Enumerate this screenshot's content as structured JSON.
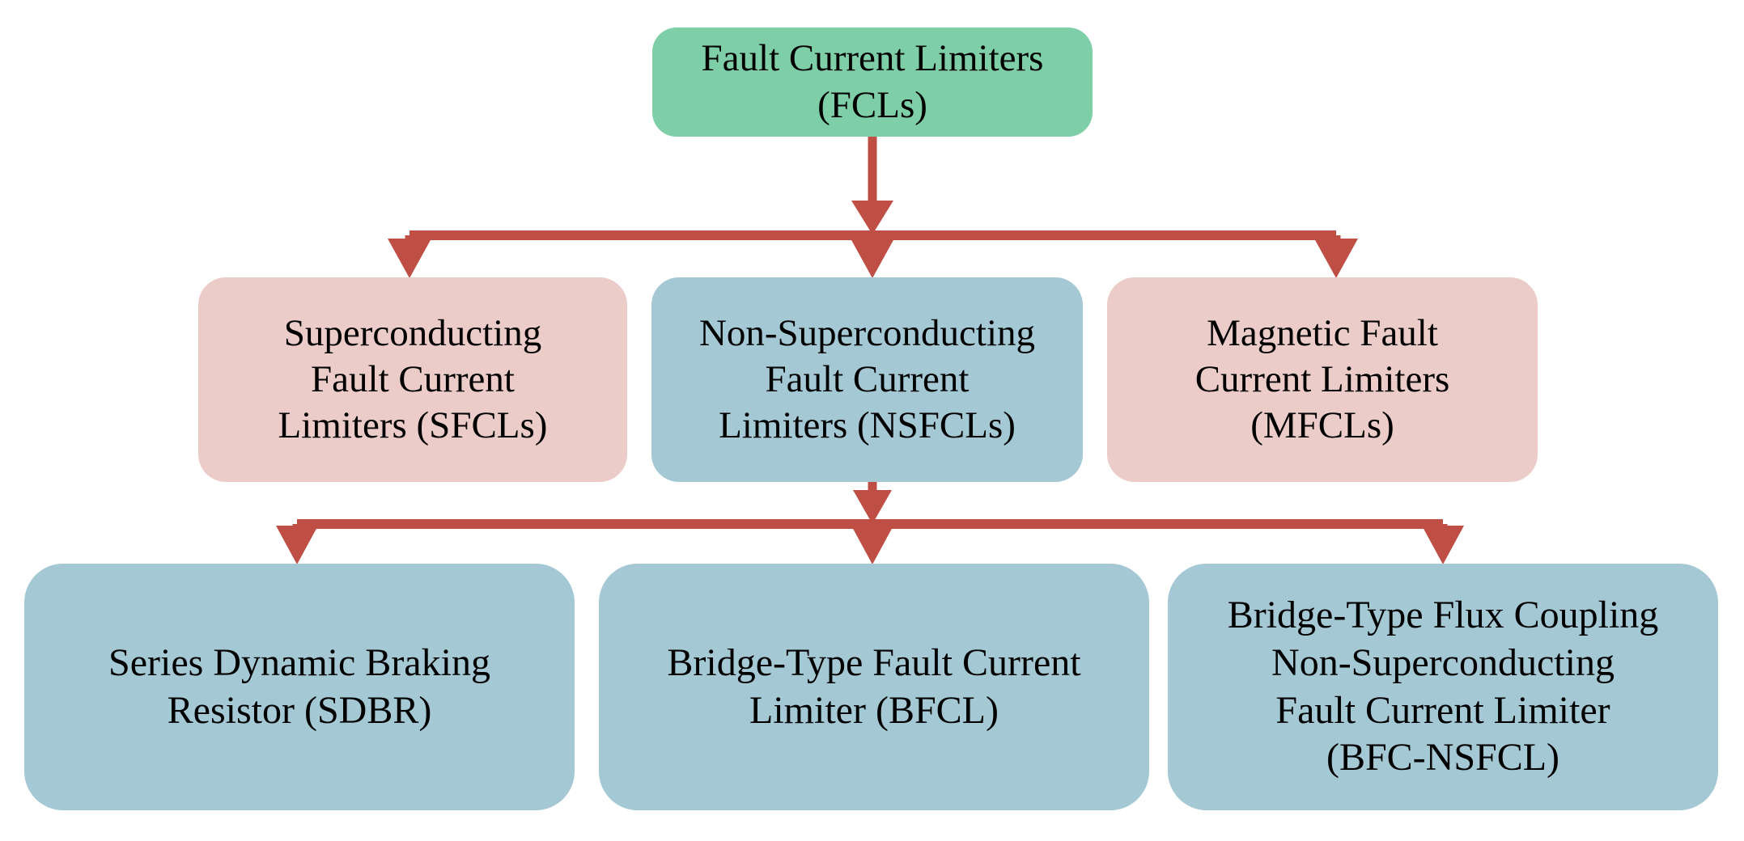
{
  "diagram": {
    "title": "Fault Current Limiters classification tree",
    "type": "hierarchy-tree",
    "orientation": "top-down",
    "background_color": "#FFFFFF",
    "palette": {
      "root_green": "#7ECFA7",
      "pink": "#EBCCC8",
      "blue": "#A5C8D5",
      "connector_red": "#BF4F45",
      "text_black": "#000000"
    },
    "levels": [
      {
        "level": 1,
        "nodes": [
          {
            "id": "root",
            "label": "Fault Current Limiters\n(FCLs)",
            "abbreviation": "FCLs",
            "color": "#7ECFA7"
          }
        ]
      },
      {
        "level": 2,
        "nodes": [
          {
            "id": "sfcl",
            "label": "Superconducting\nFault Current\nLimiters (SFCLs)",
            "abbreviation": "SFCLs",
            "color": "#EBCCC8"
          },
          {
            "id": "nsfcl",
            "label": "Non-Superconducting\nFault Current\nLimiters (NSFCLs)",
            "abbreviation": "NSFCLs",
            "color": "#A5C8D5"
          },
          {
            "id": "mfcl",
            "label": "Magnetic Fault\nCurrent Limiters\n(MFCLs)",
            "abbreviation": "MFCLs",
            "color": "#EBCCC8"
          }
        ]
      },
      {
        "level": 3,
        "nodes": [
          {
            "id": "sdbr",
            "label": "Series Dynamic Braking\nResistor (SDBR)",
            "abbreviation": "SDBR",
            "color": "#A5C8D5"
          },
          {
            "id": "bfcl",
            "label": "Bridge-Type Fault Current\nLimiter (BFCL)",
            "abbreviation": "BFCL",
            "color": "#A5C8D5"
          },
          {
            "id": "bfcnsfcl",
            "label": "Bridge-Type Flux Coupling\nNon-Superconducting\nFault Current Limiter\n(BFC-NSFCL)",
            "abbreviation": "BFC-NSFCL",
            "color": "#A5C8D5"
          }
        ]
      }
    ],
    "edges": [
      {
        "from": "root",
        "to": "sfcl"
      },
      {
        "from": "root",
        "to": "nsfcl"
      },
      {
        "from": "root",
        "to": "mfcl"
      },
      {
        "from": "nsfcl",
        "to": "sdbr"
      },
      {
        "from": "nsfcl",
        "to": "bfcl"
      },
      {
        "from": "nsfcl",
        "to": "bfcnsfcl"
      }
    ]
  }
}
